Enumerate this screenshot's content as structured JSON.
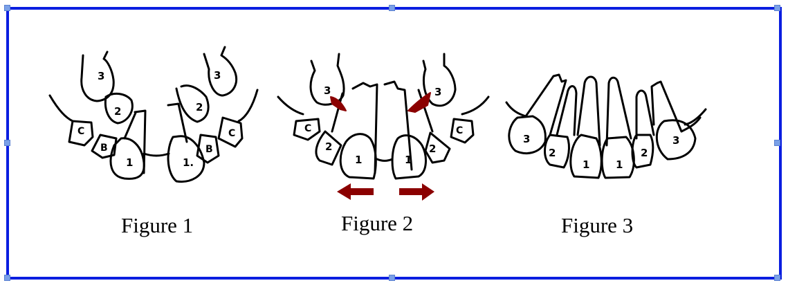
{
  "figures": [
    {
      "caption": "Figure 1",
      "teeth_labels": [
        "3",
        "2",
        "C",
        "B",
        "1",
        "1.",
        "B",
        "C",
        "2",
        "3"
      ]
    },
    {
      "caption": "Figure 2",
      "teeth_labels": [
        "3",
        "C",
        "2",
        "1",
        "1",
        "2",
        "C",
        "3"
      ],
      "annotations": [
        "red-arrow-left",
        "red-arrow-right",
        "red-curved-arrow-left",
        "red-curved-arrow-right"
      ]
    },
    {
      "caption": "Figure 3",
      "teeth_labels": [
        "3",
        "2",
        "1",
        "1",
        "2",
        "3"
      ]
    }
  ],
  "colors": {
    "frame_border": "#0a1ee0",
    "arrow": "#8b0000",
    "outline": "#000000"
  }
}
